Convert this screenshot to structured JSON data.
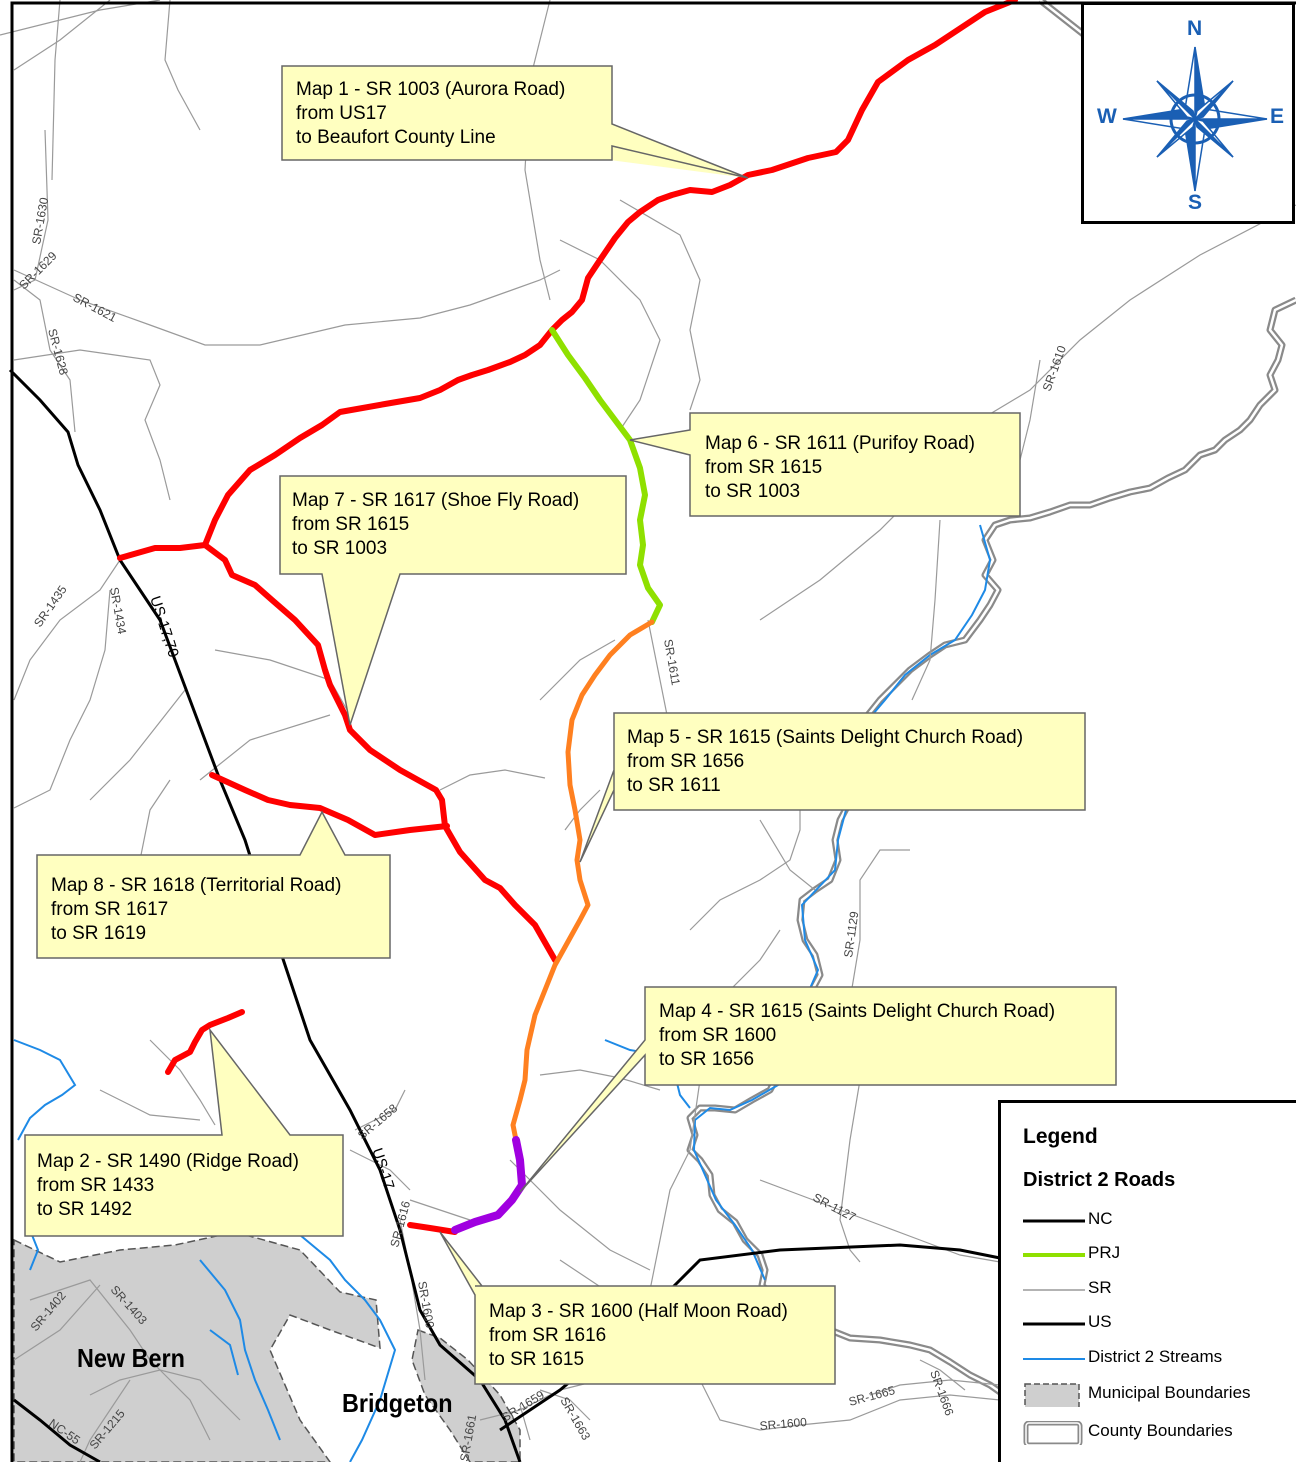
{
  "callouts": {
    "map1": {
      "line1": "Map 1 - SR 1003 (Aurora Road)",
      "line2": "from US17",
      "line3": "to Beaufort County Line"
    },
    "map2": {
      "line1": "Map 2 - SR 1490 (Ridge Road)",
      "line2": "from SR 1433",
      "line3": "to SR 1492"
    },
    "map3": {
      "line1": "Map 3 - SR 1600 (Half Moon Road)",
      "line2": "from SR 1616",
      "line3": "to SR 1615"
    },
    "map4": {
      "line1": "Map 4 - SR 1615 (Saints Delight Church Road)",
      "line2": "from SR 1600",
      "line3": "to SR 1656"
    },
    "map5": {
      "line1": "Map 5 - SR 1615 (Saints Delight Church Road)",
      "line2": "from SR 1656",
      "line3": "to SR 1611"
    },
    "map6": {
      "line1": "Map 6 - SR 1611 (Purifoy Road)",
      "line2": "from SR 1615",
      "line3": "to SR 1003"
    },
    "map7": {
      "line1": "Map 7 - SR 1617 (Shoe Fly Road)",
      "line2": "from SR 1615",
      "line3": "to SR 1003"
    },
    "map8": {
      "line1": "Map 8 - SR 1618 (Territorial Road)",
      "line2": "from SR 1617",
      "line3": "to SR 1619"
    }
  },
  "places": {
    "new_bern": "New Bern",
    "bridgeton": "Bridgeton"
  },
  "road_labels": {
    "sr1630": "SR-1630",
    "sr1629": "SR-1629",
    "sr1621": "SR-1621",
    "sr1628": "SR-1628",
    "sr1435": "SR-1435",
    "sr1434": "SR-1434",
    "us1770": "US-17,70",
    "sr1611": "SR-1611",
    "sr1610": "SR-1610",
    "sr1129": "SR-1129",
    "sr1658": "SR-1658",
    "us17": "US-17",
    "sr1616": "SR-1616",
    "sr1127": "SR-1127",
    "sr1402": "SR-1402",
    "sr1403": "SR-1403",
    "sr1215": "SR-1215",
    "nc55": "NC-55",
    "sr1600a": "SR-1600",
    "sr1600b": "SR-1600",
    "sr1661": "SR-1661",
    "sr1659": "SR-1659",
    "sr1663": "SR-1663",
    "sr1665": "SR-1665",
    "sr1666": "SR-1666"
  },
  "compass": {
    "n": "N",
    "s": "S",
    "e": "E",
    "w": "W"
  },
  "legend": {
    "title": "Legend",
    "subtitle": "District 2 Roads",
    "items": [
      {
        "label": "NC",
        "symbol": "black-line"
      },
      {
        "label": "PRJ",
        "symbol": "green-line"
      },
      {
        "label": "SR",
        "symbol": "gray-line"
      },
      {
        "label": "US",
        "symbol": "black-line"
      },
      {
        "label": "District 2 Streams",
        "symbol": "blue-line"
      },
      {
        "label": "Municipal Boundaries",
        "symbol": "gray-fill"
      },
      {
        "label": "County Boundaries",
        "symbol": "county-outline"
      }
    ]
  },
  "colors": {
    "project_red": "#ff0000",
    "project_green": "#8fe000",
    "project_orange": "#ff8020",
    "project_purple": "#a000e0",
    "stream_blue": "#1e8ae6",
    "municipal_gray": "#cfcfcf",
    "callout_fill": "#ffffc0",
    "compass_blue": "#1a5fb4"
  }
}
